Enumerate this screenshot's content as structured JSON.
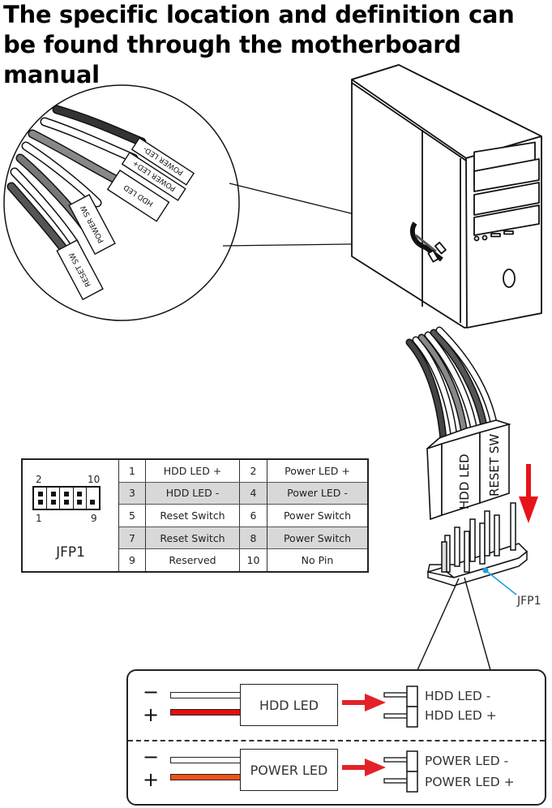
{
  "title": "The specific location and definition can be found through the motherboard manual",
  "callout_connectors": {
    "labels": [
      "POWER LED-",
      "POWER LED+",
      "HDD LED",
      "POWER SW",
      "RESET SW"
    ]
  },
  "header_closeup": {
    "connector_labels": [
      "HDD LED",
      "RESET SW"
    ],
    "callout_label": "JFP1",
    "arrow_color": "#e8121a",
    "callout_line_color": "#1fa0d8"
  },
  "pin_table": {
    "header_name": "JFP1",
    "corner_numbers": {
      "top_left": "2",
      "top_right": "10",
      "bottom_left": "1",
      "bottom_right": "9"
    },
    "rows": [
      {
        "pin_a": "1",
        "func_a": "HDD LED +",
        "pin_b": "2",
        "func_b": "Power LED +",
        "shaded": false
      },
      {
        "pin_a": "3",
        "func_a": "HDD LED -",
        "pin_b": "4",
        "func_b": "Power LED -",
        "shaded": true
      },
      {
        "pin_a": "5",
        "func_a": "Reset Switch",
        "pin_b": "6",
        "func_b": "Power Switch",
        "shaded": false
      },
      {
        "pin_a": "7",
        "func_a": "Reset Switch",
        "pin_b": "8",
        "func_b": "Power Switch",
        "shaded": true
      },
      {
        "pin_a": "9",
        "func_a": "Reserved",
        "pin_b": "10",
        "func_b": "No Pin",
        "shaded": false
      }
    ]
  },
  "wiring": {
    "sections": [
      {
        "minus": "−",
        "plus": "+",
        "box_label": "HDD LED",
        "plus_wire_color": "#e60d0d",
        "pin_minus": "HDD LED -",
        "pin_plus": "HDD LED +"
      },
      {
        "minus": "−",
        "plus": "+",
        "box_label": "POWER LED",
        "plus_wire_color": "#f0521e",
        "pin_minus": "POWER LED -",
        "pin_plus": "POWER LED +"
      }
    ],
    "arrow_color": "#e32228"
  }
}
